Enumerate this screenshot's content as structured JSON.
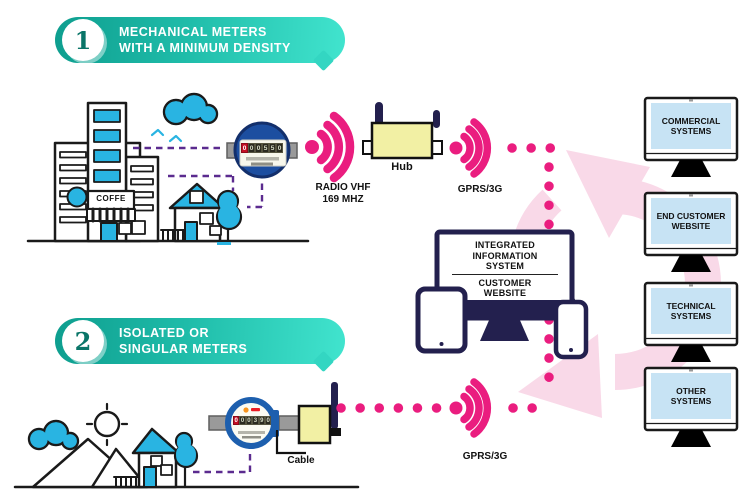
{
  "banner1": {
    "number": "1",
    "line1": "MECHANICAL METERS",
    "line2": "WITH A MINIMUM DENSITY"
  },
  "banner2": {
    "number": "2",
    "line1": "ISOLATED OR",
    "line2": "SINGULAR METERS"
  },
  "scene1": {
    "coffee_sign": "COFFE",
    "meter_digits": [
      "0",
      "0",
      "0",
      "5",
      "5",
      "0"
    ],
    "radio_label_line1": "RADIO VHF",
    "radio_label_line2": "169 MHZ",
    "hub_label": "Hub",
    "gprs_label": "GPRS/3G"
  },
  "scene2": {
    "meter_digits": [
      "0",
      "0",
      "0",
      "3",
      "9",
      "0"
    ],
    "cable_label": "Cable",
    "gprs_label": "GPRS/3G"
  },
  "center_monitor": {
    "title_lines": [
      "INTEGRATED",
      "INFORMATION",
      "SYSTEM"
    ],
    "subtitle_lines": [
      "CUSTOMER",
      "WEBSITE"
    ]
  },
  "right_monitors": [
    {
      "line1": "COMMERCIAL",
      "line2": "SYSTEMS"
    },
    {
      "line1": "END CUSTOMER",
      "line2": "WEBSITE"
    },
    {
      "line1": "TECHNICAL",
      "line2": "SYSTEMS"
    },
    {
      "line1": "OTHER",
      "line2": "SYSTEMS"
    }
  ],
  "icons": {
    "radio_waves": "pink RF signal waves",
    "hub_device": "yellow box with two antennas",
    "cable_device": "yellow box with antenna",
    "water_meter": "blue circular meter with digit counter",
    "cycle_arrow": "light pink circular refresh arrows"
  },
  "colors": {
    "accent_pink": "#EA1D7F",
    "light_pink": "#F9D9E8",
    "cyan": "#29B4E2",
    "teal_dark": "#0E9E8F",
    "teal_light": "#41E4CE",
    "purple": "#5B2B8F",
    "navy": "#23204E",
    "screen_blue": "#BFDFF2",
    "device_yellow": "#F2F0A4",
    "meter_blue_dark": "#1C4EA0",
    "meter_blue": "#1D5FAE",
    "red": "#EC1C24",
    "orange": "#F7941E"
  }
}
